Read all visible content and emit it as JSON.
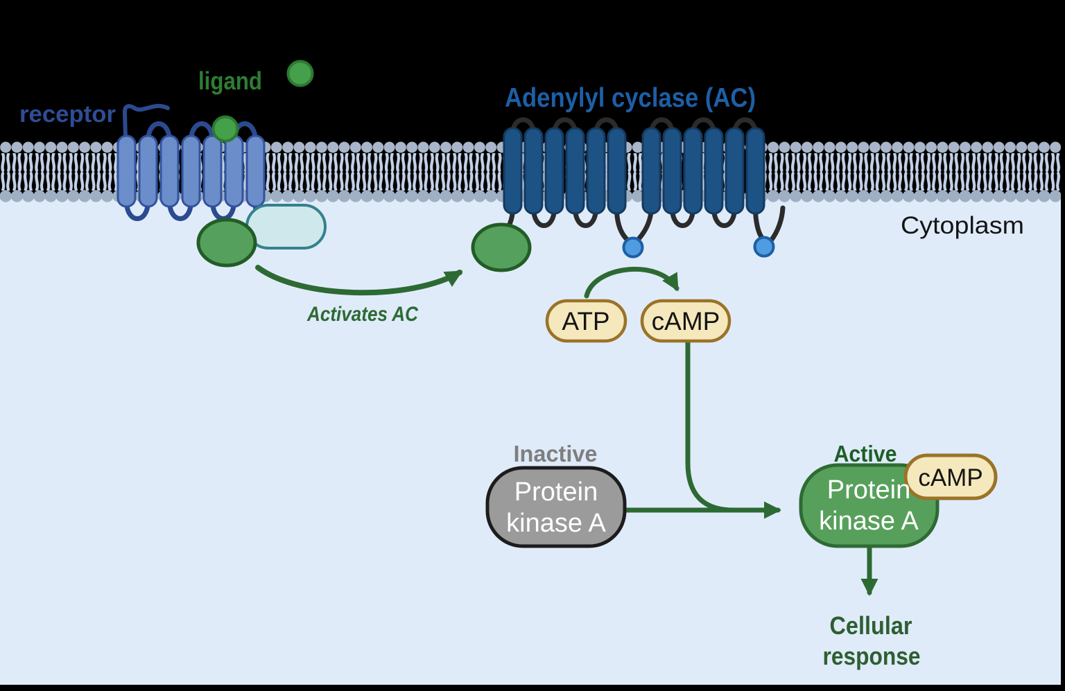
{
  "labels": {
    "receptor": "receptor",
    "ligand": "ligand",
    "adenylyl_cyclase": "Adenylyl cyclase (AC)",
    "cytoplasm": "Cytoplasm",
    "activates_ac": "Activates AC"
  },
  "molecules": {
    "atp": "ATP",
    "camp": "cAMP",
    "bound_camp": "cAMP"
  },
  "protein_kinase_a": {
    "state_inactive": "Inactive",
    "state_active": "Active",
    "name_line1": "Protein",
    "name_line2": "kinase A"
  },
  "outcome": {
    "line1": "Cellular",
    "line2": "response"
  },
  "colors": {
    "background": "#000000",
    "cytoplasm": "#e0ebfa",
    "membrane_head_top": "#a9b6c9",
    "membrane_head_bottom": "#9fb0c4",
    "membrane_tail": "#c3d1e7",
    "receptor_fill": "#6b8dc9",
    "receptor_outline": "#31539e",
    "receptor_loop": "#2b4a8f",
    "ligand_fill": "#44a04a",
    "ligand_outline": "#2c7a30",
    "ac_fill": "#1d5285",
    "ac_outline": "#143a5f",
    "ac_loop": "#2b2b2b",
    "ac_label_blue": "#1d5fa6",
    "g_protein_fill": "#55a05c",
    "g_protein_outline": "#225c26",
    "g_beta_gamma_fill": "#cfe8ec",
    "g_beta_gamma_outline": "#35808e",
    "catalytic_fill": "#4f9ce0",
    "catalytic_outline": "#1d5fa6",
    "nucleotide_fill": "#f5e8bd",
    "nucleotide_outline": "#9a7327",
    "arrow_green": "#2d6a33",
    "inactive_pill_fill": "#9b9b9b",
    "inactive_pill_outline": "#1c1c1c",
    "inactive_text": "#7f7f7f",
    "active_pill_fill": "#57a05c",
    "active_pill_outline": "#2e6b33",
    "active_text": "#1d5e26",
    "green_label": "#2e7d32",
    "navy_label": "#2e4d96",
    "response_text": "#2d5f31"
  }
}
